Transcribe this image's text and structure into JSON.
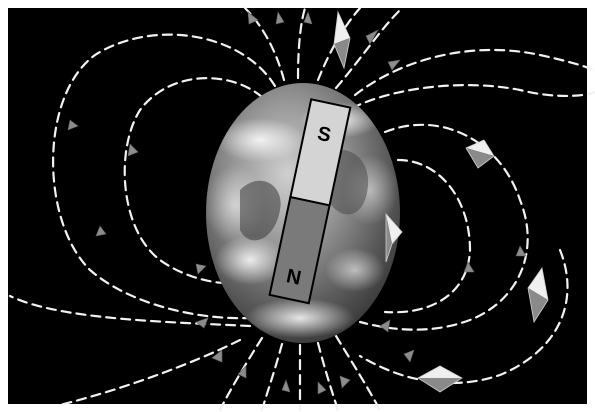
{
  "figure": {
    "background_color": "#000000",
    "field_line_color": "#f2f2f2",
    "planet": "earth",
    "magnet": {
      "south_label": "S",
      "north_label": "N",
      "south_color": "#d4d4d4",
      "north_color": "#7a7a7a"
    },
    "compass_count": 5,
    "arrow_count": 20
  }
}
